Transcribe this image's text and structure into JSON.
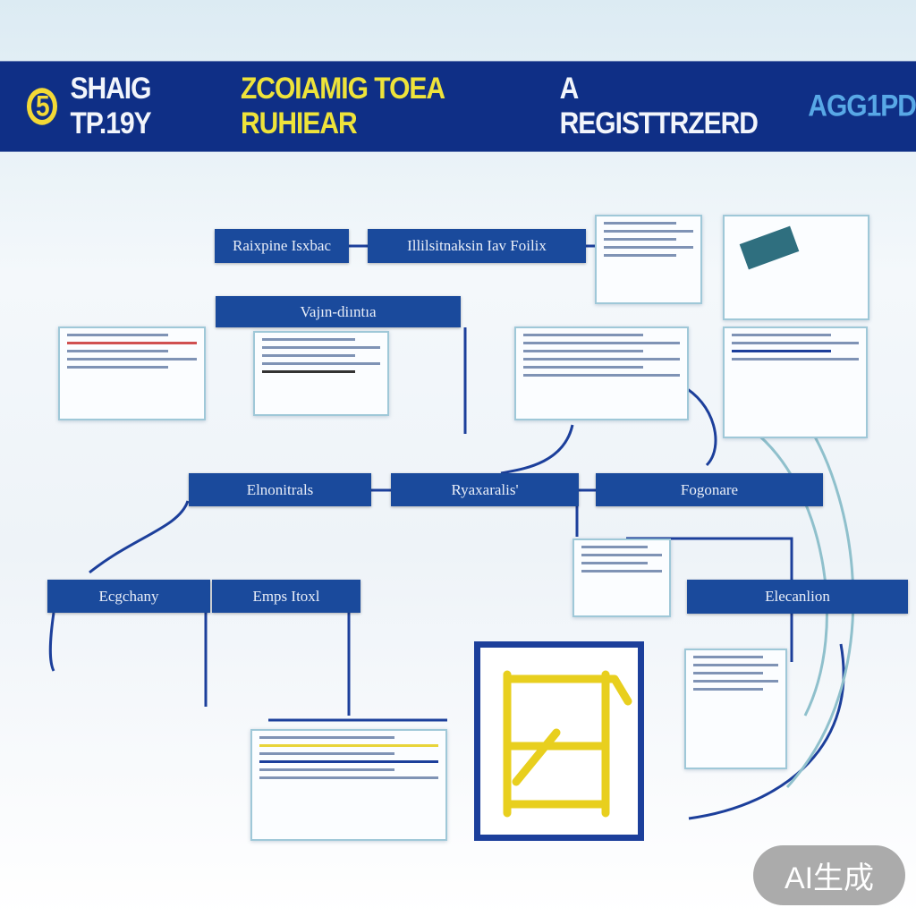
{
  "header": {
    "logo": "5",
    "title_part1": "SHAIG TP.19Y",
    "title_part2": "ZCOIAMIG TOEA RUHIEAR",
    "title_part3": "A REGISTTRZERD",
    "title_part4": "AGG1PD"
  },
  "boxes": [
    {
      "label": "Raixpine Isxbac"
    },
    {
      "label": "Illilsitnaksin Iav Foilix"
    },
    {
      "label": "Vajın-diıntıa"
    },
    {
      "label": "Elnonitrals"
    },
    {
      "label": "Ryaxaralis'"
    },
    {
      "label": "Fogonare"
    },
    {
      "label": "Ecgchany"
    },
    {
      "label": "Emps Itoxl"
    },
    {
      "label": "Elecanlion"
    }
  ],
  "watermark": "AI生成",
  "colors": {
    "header": "#0f2f86",
    "box": "#1a4a9c",
    "accent_yellow": "#eee33a",
    "connector": "#1c3f9b"
  }
}
